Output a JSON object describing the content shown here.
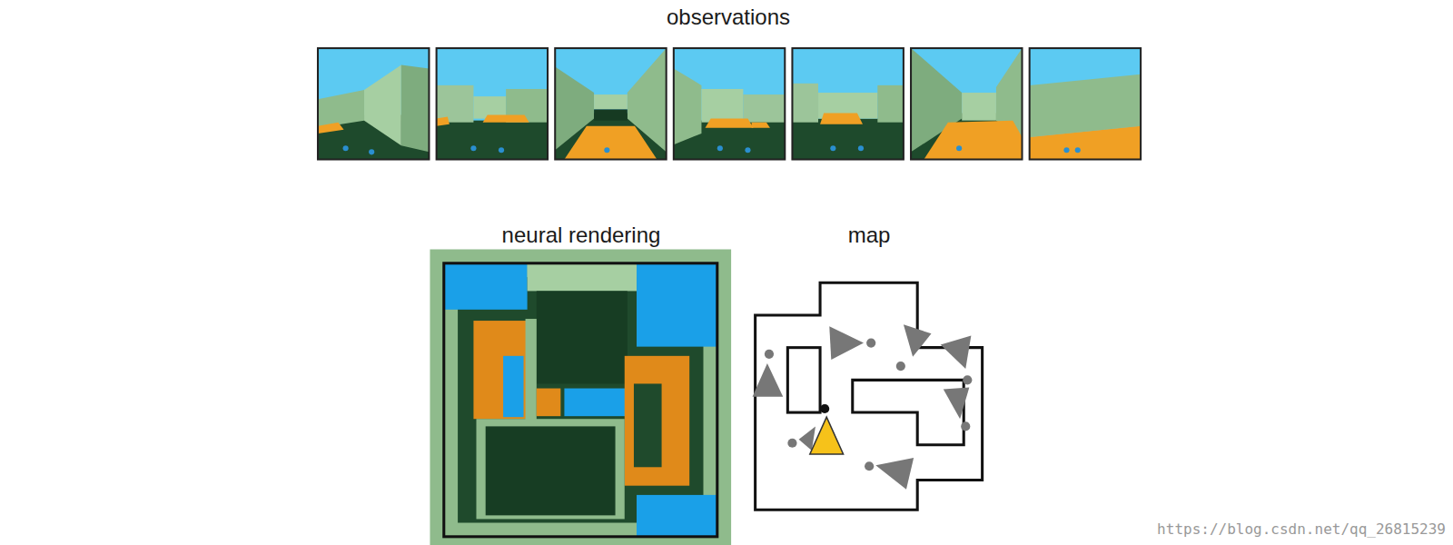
{
  "diagram": {
    "nodes": [
      {
        "text": [
          "observations"
        ]
      },
      {
        "text": [
          "neural rendering"
        ]
      },
      {
        "text": [
          "map"
        ]
      }
    ],
    "labels": [
      "https://blog.csdn.net/qq_26815239"
    ]
  }
}
